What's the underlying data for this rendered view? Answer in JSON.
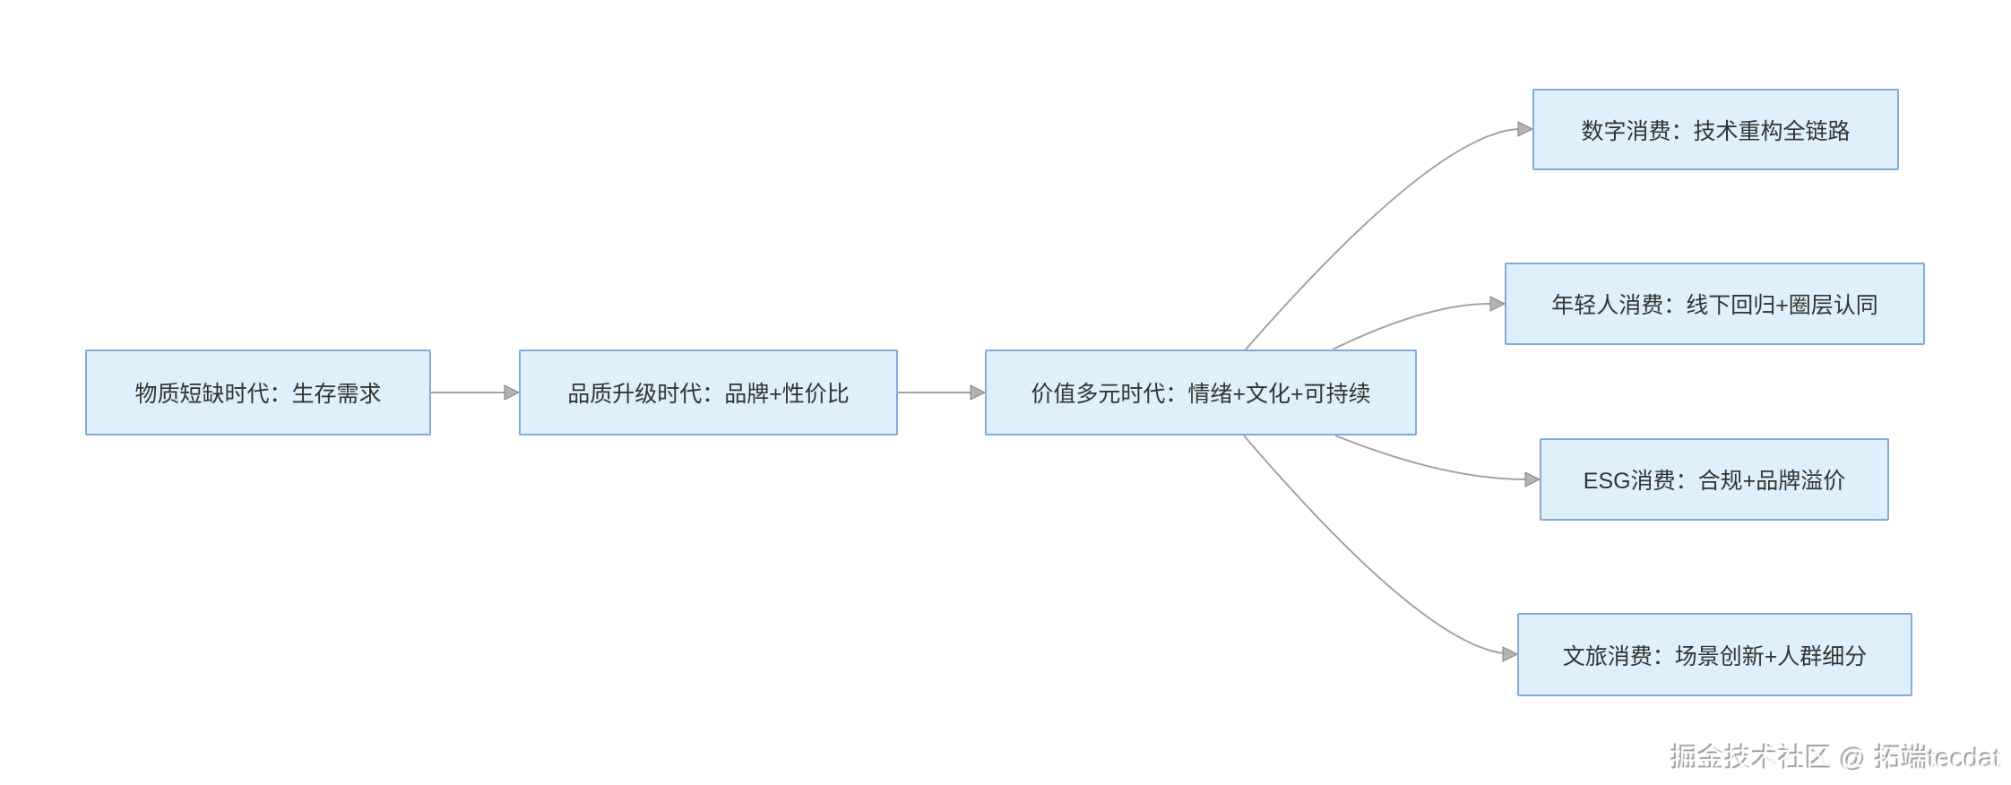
{
  "diagram": {
    "main_nodes": [
      {
        "label": "物质短缺时代：生存需求"
      },
      {
        "label": "品质升级时代：品牌+性价比"
      },
      {
        "label": "价值多元时代：情绪+文化+可持续"
      }
    ],
    "branch_nodes": [
      {
        "label": "数字消费：技术重构全链路"
      },
      {
        "label": "年轻人消费：线下回归+圈层认同"
      },
      {
        "label": "ESG消费：合规+品牌溢价"
      },
      {
        "label": "文旅消费：场景创新+人群细分"
      }
    ],
    "edges": [
      {
        "from": "物质短缺时代：生存需求",
        "to": "品质升级时代：品牌+性价比"
      },
      {
        "from": "品质升级时代：品牌+性价比",
        "to": "价值多元时代：情绪+文化+可持续"
      },
      {
        "from": "价值多元时代：情绪+文化+可持续",
        "to": "数字消费：技术重构全链路"
      },
      {
        "from": "价值多元时代：情绪+文化+可持续",
        "to": "年轻人消费：线下回归+圈层认同"
      },
      {
        "from": "价值多元时代：情绪+文化+可持续",
        "to": "ESG消费：合规+品牌溢价"
      },
      {
        "from": "价值多元时代：情绪+文化+可持续",
        "to": "文旅消费：场景创新+人群细分"
      }
    ]
  },
  "watermark": {
    "text": "掘金技术社区 @ 拓端tecdat"
  },
  "colors": {
    "node_fill": "#ddf0fb",
    "node_border": "#85aad6",
    "connector": "#a3a3a3",
    "arrowhead": "#b3b3b3",
    "text": "#333333",
    "background": "#ffffff"
  }
}
